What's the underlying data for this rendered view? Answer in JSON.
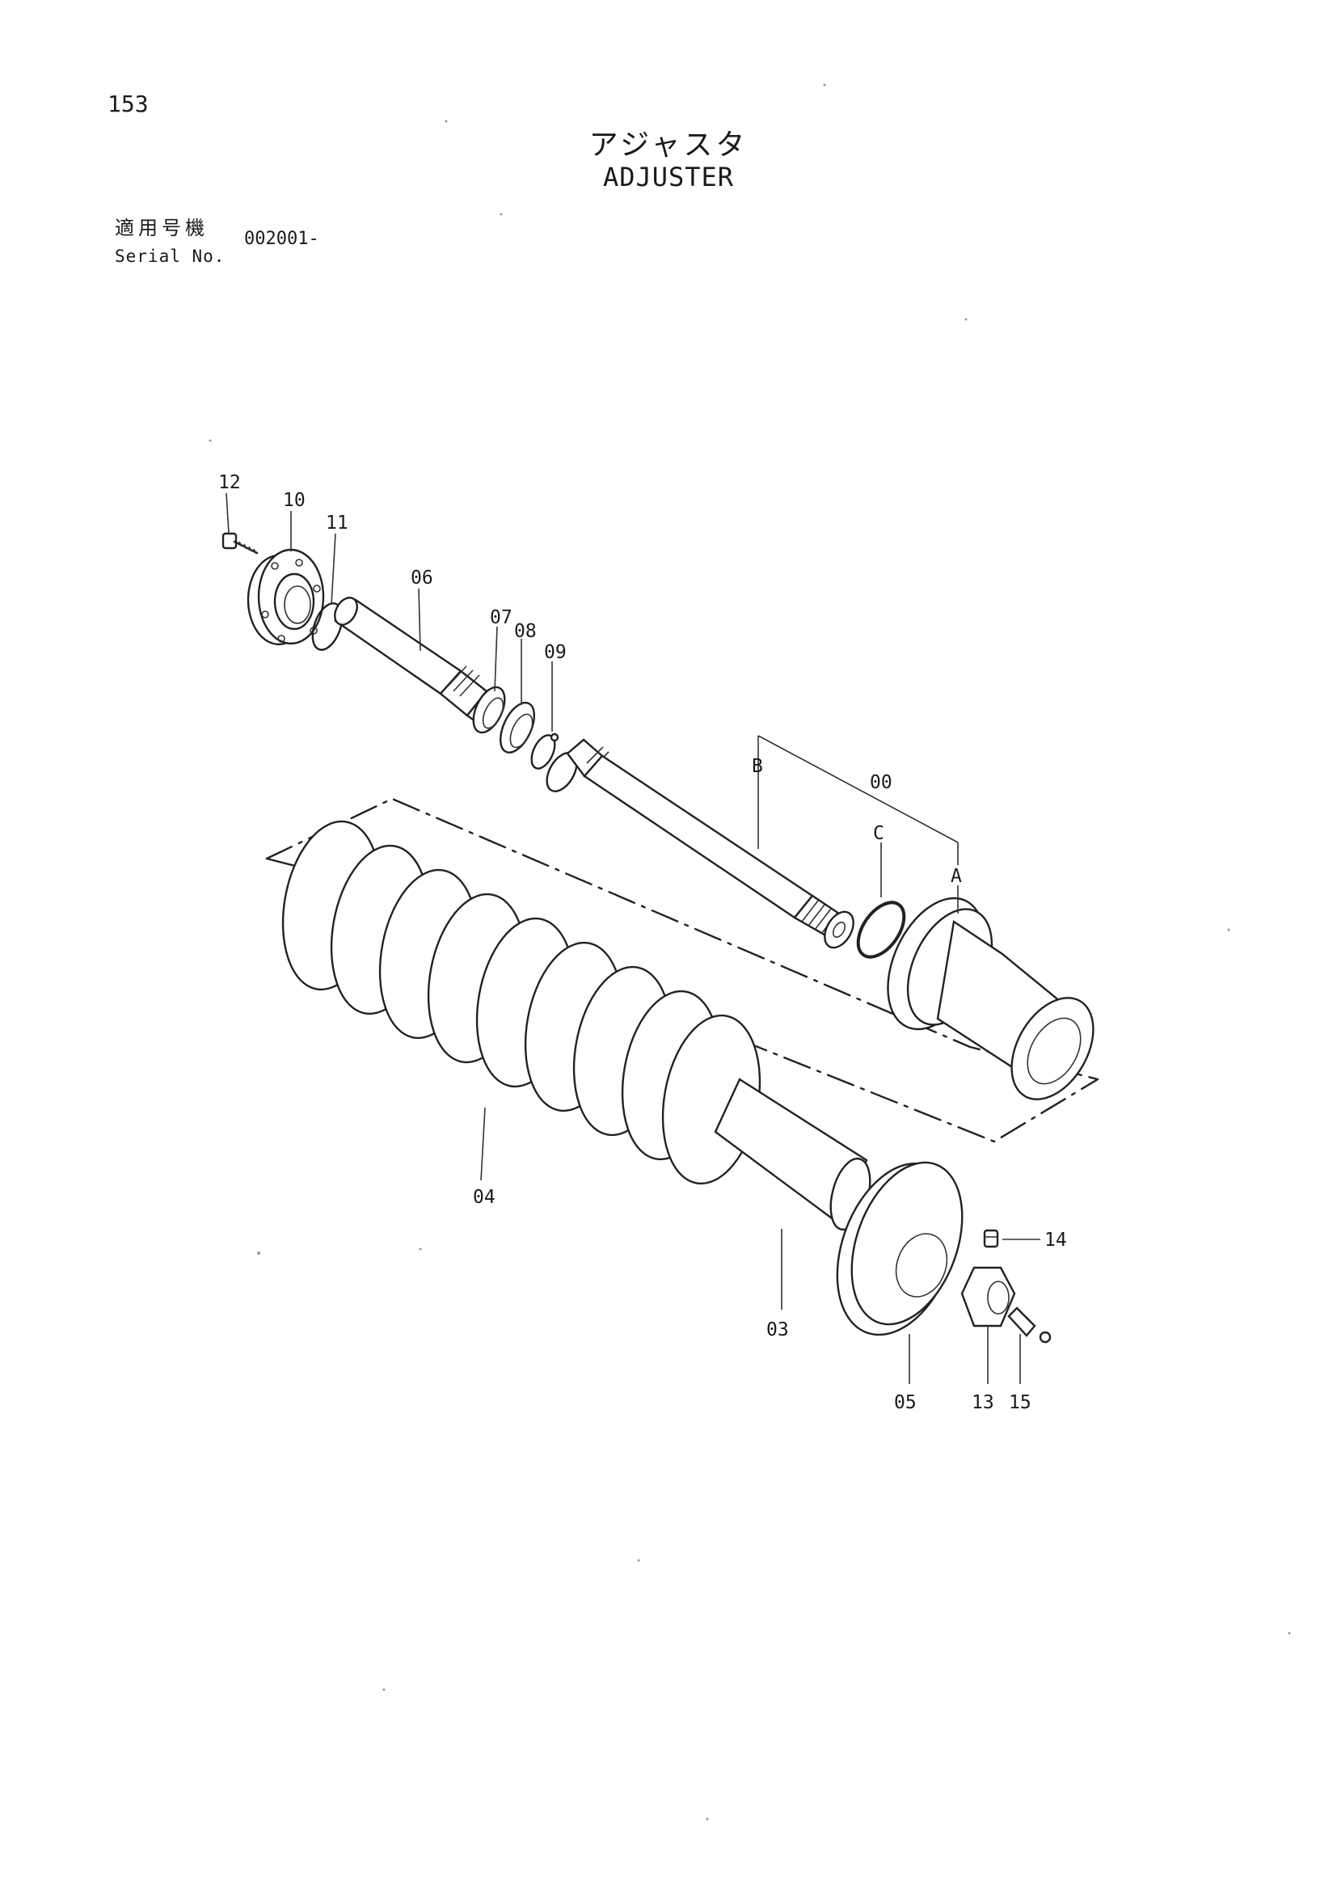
{
  "page": {
    "number": "153"
  },
  "title": {
    "ja": "アジャスタ",
    "en": "ADJUSTER"
  },
  "serial": {
    "label_ja": "適用号機",
    "label_en": "Serial No.",
    "value": "002001-"
  },
  "callouts": [
    {
      "id": "c12",
      "text": "12"
    },
    {
      "id": "c10",
      "text": "10"
    },
    {
      "id": "c11",
      "text": "11"
    },
    {
      "id": "c06",
      "text": "06"
    },
    {
      "id": "c07",
      "text": "07"
    },
    {
      "id": "c08",
      "text": "08"
    },
    {
      "id": "c09",
      "text": "09"
    },
    {
      "id": "cB",
      "text": "B"
    },
    {
      "id": "c00",
      "text": "00"
    },
    {
      "id": "cC",
      "text": "C"
    },
    {
      "id": "cA",
      "text": "A"
    },
    {
      "id": "c04",
      "text": "04"
    },
    {
      "id": "c14",
      "text": "14"
    },
    {
      "id": "c03",
      "text": "03"
    },
    {
      "id": "c05",
      "text": "05"
    },
    {
      "id": "c13",
      "text": "13"
    },
    {
      "id": "c15",
      "text": "15"
    }
  ]
}
